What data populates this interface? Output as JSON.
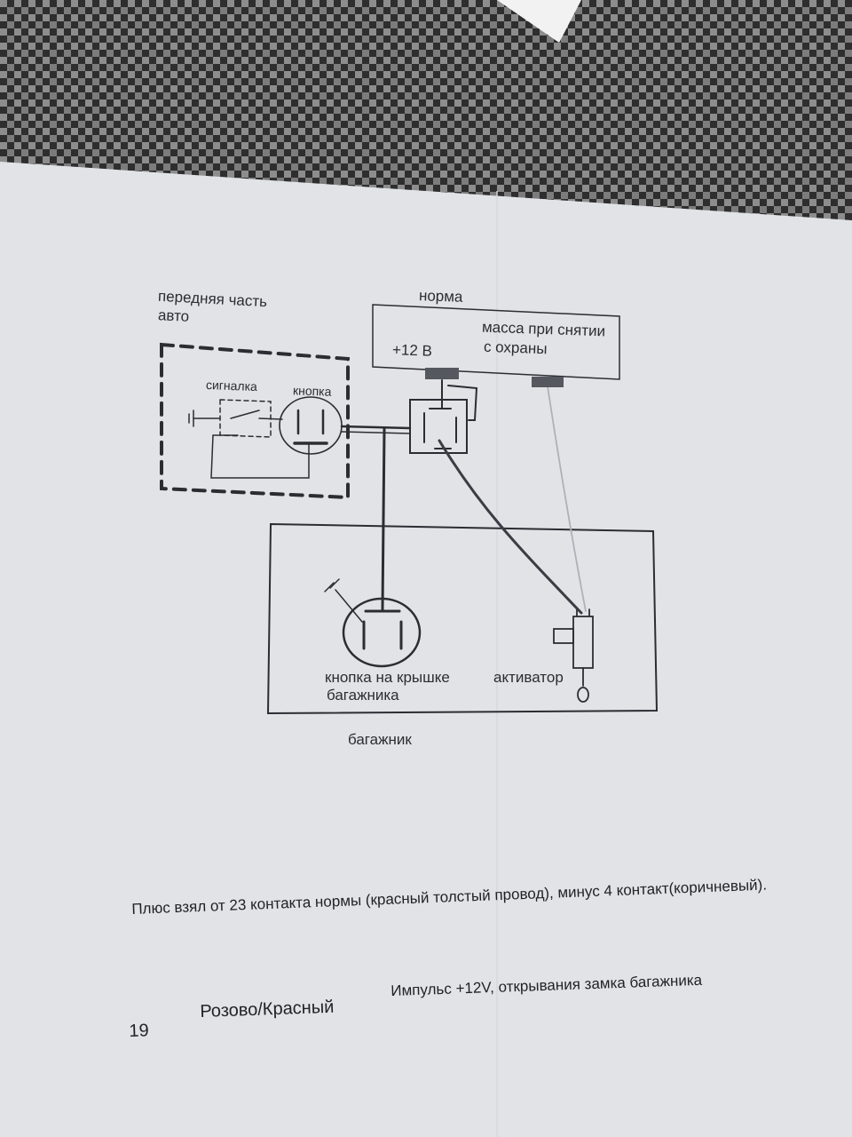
{
  "diagram": {
    "front_label_line1": "передняя часть",
    "front_label_line2": "авто",
    "alarm_label": "сигналка",
    "button_label": "кнопка",
    "norma_label": "норма",
    "plus12_label": "+12 В",
    "mass_label_line1": "масса при снятии",
    "mass_label_line2": "с охраны",
    "trunk_button_line1": "кнопка на крышке",
    "trunk_button_line2": "багажника",
    "activator_label": "активатор",
    "trunk_label": "багажник"
  },
  "notes": {
    "line1": "Плюс взял от 23 контакта нормы (красный толстый провод), минус 4 контакт(коричневый).",
    "pin_number": "19",
    "wire_color": "Розово/Красный",
    "wire_function": "Импульс +12V, открывания замка багажника"
  },
  "colors": {
    "paper": "#e9ebef",
    "ink": "#2b2d33",
    "fabric_dark": "#2a2a2a",
    "fabric_light": "#8a8a8a",
    "connector": "#55585e"
  }
}
